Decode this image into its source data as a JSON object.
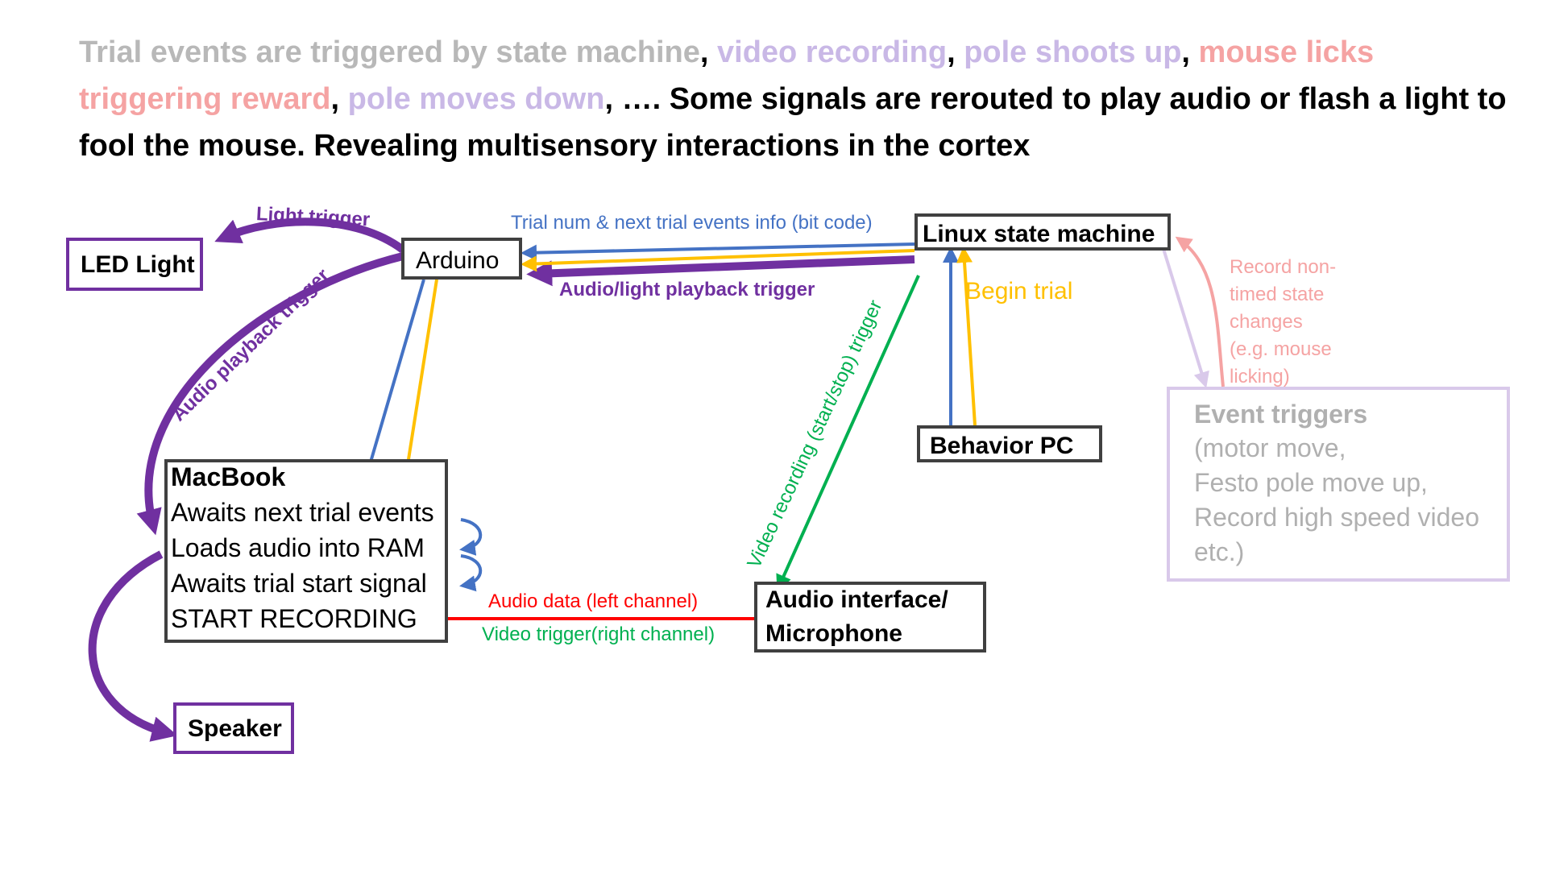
{
  "headline": {
    "part1": "Trial events are triggered by state machine",
    "sep1": ", ",
    "part2": "video recording",
    "sep2": ", ",
    "part3": "pole shoots up",
    "sep3": ", ",
    "part4": "mouse licks triggering reward",
    "sep4": ", ",
    "part5": "pole moves down",
    "sep5": ", …. ",
    "part6": "Some signals are rerouted to play audio or flash a light to fool the mouse. Revealing multisensory interactions in the cortex"
  },
  "nodes": {
    "led": "LED Light",
    "arduino": "Arduino",
    "linux": "Linux state machine",
    "behavior": "Behavior PC",
    "macbook": {
      "title": "MacBook",
      "line1": "Awaits next trial events",
      "line2": "Loads audio into RAM",
      "line3": "Awaits trial start signal",
      "line4": "START RECORDING"
    },
    "audio_if": {
      "line1": "Audio interface/",
      "line2": "Microphone"
    },
    "speaker": "Speaker",
    "events": {
      "title": "Event triggers",
      "line1": "(motor move,",
      "line2": "Festo pole move up,",
      "line3": "Record high speed video",
      "line4": "etc.)"
    }
  },
  "labels": {
    "light_trigger": "Light trigger",
    "trial_num": "Trial num & next trial events info (bit code)",
    "audio_light_playback": "Audio/light playback trigger",
    "audio_playback": "Audio playback trigger",
    "begin_trial": "Begin trial",
    "video_recording": "Video recording (start/stop) trigger",
    "record_nontimed": {
      "line1": "Record non-",
      "line2": "timed state",
      "line3": "changes",
      "line4": "(e.g. mouse",
      "line5": "licking)"
    },
    "audio_data": "Audio data (left channel)",
    "video_trigger": "Video trigger(right channel)"
  },
  "colors": {
    "blue": "#4472c4",
    "yellow": "#ffc000",
    "purple": "#7030a0",
    "green": "#00b050",
    "red": "#ff0000",
    "pink": "#f5a3a3",
    "lavender": "#d9c9ea",
    "gray": "#b8b8b8"
  }
}
